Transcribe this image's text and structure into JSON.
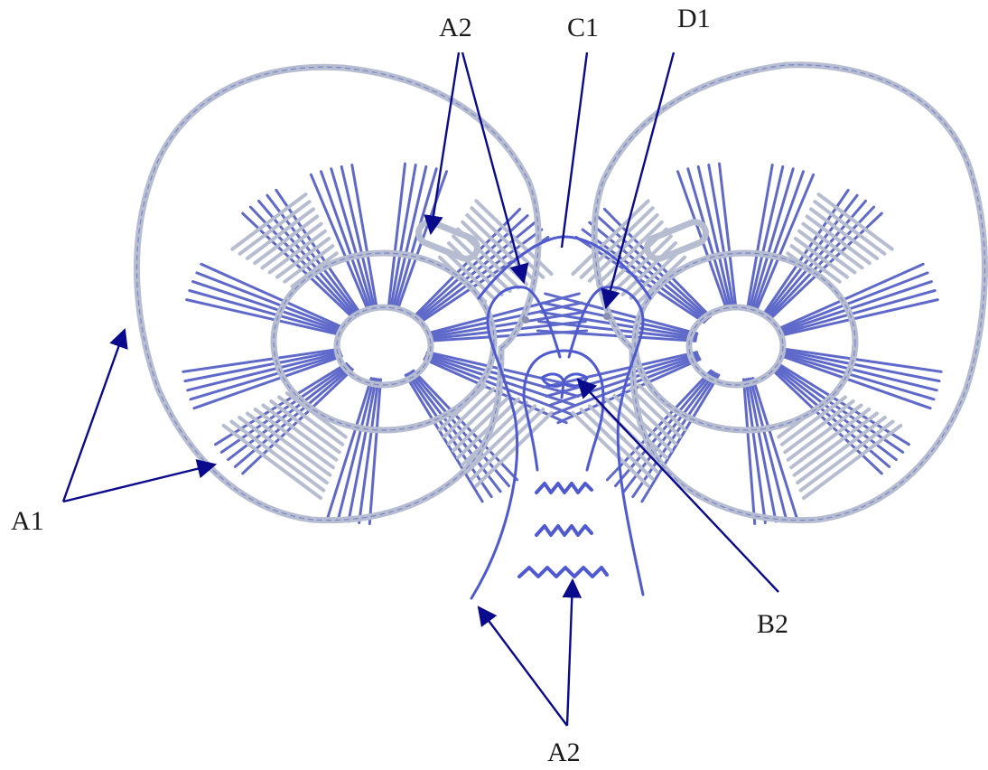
{
  "labels": [
    {
      "id": "a2-top",
      "text": "A2"
    },
    {
      "id": "c1",
      "text": "C1"
    },
    {
      "id": "d1",
      "text": "D1"
    },
    {
      "id": "a1",
      "text": "A1"
    },
    {
      "id": "b2",
      "text": "B2"
    },
    {
      "id": "a2-bottom",
      "text": "A2"
    }
  ],
  "colors": {
    "outline_grey": "#b7bdd0",
    "stitch_blue": "#5f69c9",
    "arrow_navy": "#0a0a8c",
    "label_text": "#1a1a1a"
  }
}
